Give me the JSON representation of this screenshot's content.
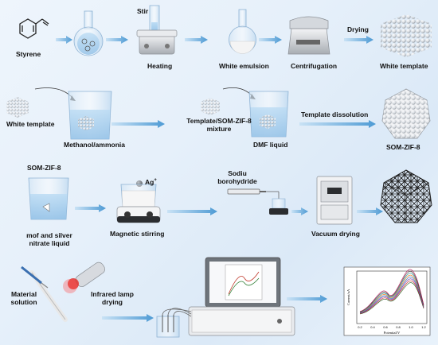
{
  "row1": {
    "styrene": "Styrene",
    "stir": "Stir",
    "heating": "Heating",
    "white_emulsion": "White emulsion",
    "centrifugation": "Centrifugation",
    "drying": "Drying",
    "white_template": "White template"
  },
  "row2": {
    "white_template": "White template",
    "methanol_ammonia": "Methanol/ammonia",
    "mixture_line1": "Template/SOM-ZIF-8",
    "mixture_line2": "mixture",
    "dmf_liquid": "DMF liquid",
    "template_dissolution": "Template dissolution",
    "som_zif8": "SOM-ZIF-8"
  },
  "row3": {
    "som_zif8": "SOM-ZIF-8",
    "ag": "Ag",
    "ag_charge": "+",
    "mof_line1": "mof and silver",
    "mof_line2": "nitrate liquid",
    "magnetic_stirring": "Magnetic stirring",
    "reductant_line1": "Sodiu",
    "reductant_line2": "borohydride",
    "vacuum_drying": "Vacuum drying"
  },
  "row4": {
    "material_line1": "Material",
    "material_line2": "solution",
    "infrared_line1": "Infrared lamp",
    "infrared_line2": "drying"
  },
  "graph": {
    "xlabel": "Potential/V",
    "ylabel": "Current/uA",
    "ticks_x": [
      "0.2",
      "0.4",
      "0.6",
      "0.8",
      "1.0",
      "1.2"
    ]
  },
  "colors": {
    "arrow": "#5aa5d8",
    "beaker_liquid": "#a9cfee",
    "sphere": "#dfe3e8"
  }
}
